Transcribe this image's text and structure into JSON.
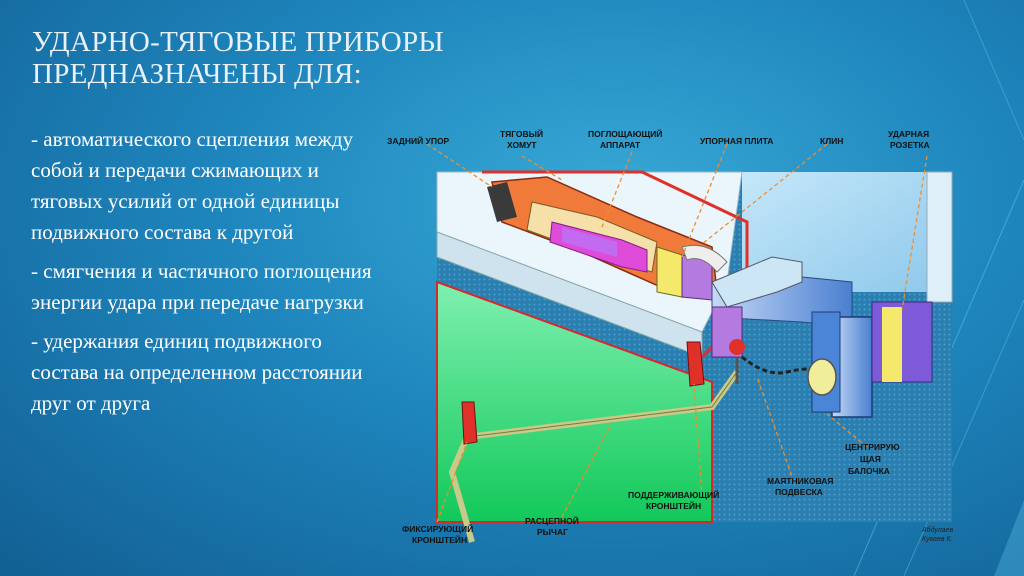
{
  "slide": {
    "title_lines": [
      "УДАРНО-ТЯГОВЫЕ ПРИБОРЫ",
      "ПРЕДНАЗНАЧЕНЫ ДЛЯ:"
    ],
    "bullets": [
      "- автоматического сцепления между собой и передачи сжимающих и тяговых усилий от одной единицы подвижного состава к другой",
      " - смягчения и частичного поглощения энергии удара при передаче нагрузки",
      "- удержания единиц подвижного состава на определенном расстоянии друг от друга"
    ]
  },
  "diagram": {
    "labels": {
      "rear_stop": [
        "ЗАДНИЙ УПОР"
      ],
      "draft_yoke": [
        "ТЯГОВЫЙ",
        "ХОМУТ"
      ],
      "draft_gear": [
        "ПОГЛОЩАЮЩИЙ",
        "АППАРАТ"
      ],
      "follower_plate": [
        "УПОРНАЯ ПЛИТА"
      ],
      "wedge": [
        "КЛИН"
      ],
      "striker": [
        "УДАРНАЯ",
        "РОЗЕТКА"
      ],
      "centering_beam": [
        "ЦЕНТРИРУЮ",
        "ЩАЯ",
        "БАЛОЧКА"
      ],
      "pendulum_hanger": [
        "МАЯТНИКОВАЯ",
        "ПОДВЕСКА"
      ],
      "support_bracket": [
        "ПОДДЕРЖИВАЮЩИЙ",
        "КРОНШТЕЙН"
      ],
      "uncoupling_lever": [
        "РАСЦЕПНОЙ",
        "РЫЧАГ"
      ],
      "fixing_bracket": [
        "ФИКСИРУЮЩИЙ",
        "КРОНШТЕЙН"
      ]
    },
    "signature": [
      "Абдулаев",
      "Куваев К."
    ]
  },
  "colors": {
    "background": "#1e86bd",
    "body_green": "#2fe07a",
    "wall_blue": "#9fd4f2",
    "frame_red": "#e0302a",
    "yoke_orange": "#f07a3a",
    "gear_magenta": "#e04ad8",
    "plate_purple": "#b57ae0",
    "coupler_blue": "#7fb0e8",
    "lever_khaki": "#c9c98a",
    "leader_orange": "#f28c28"
  }
}
